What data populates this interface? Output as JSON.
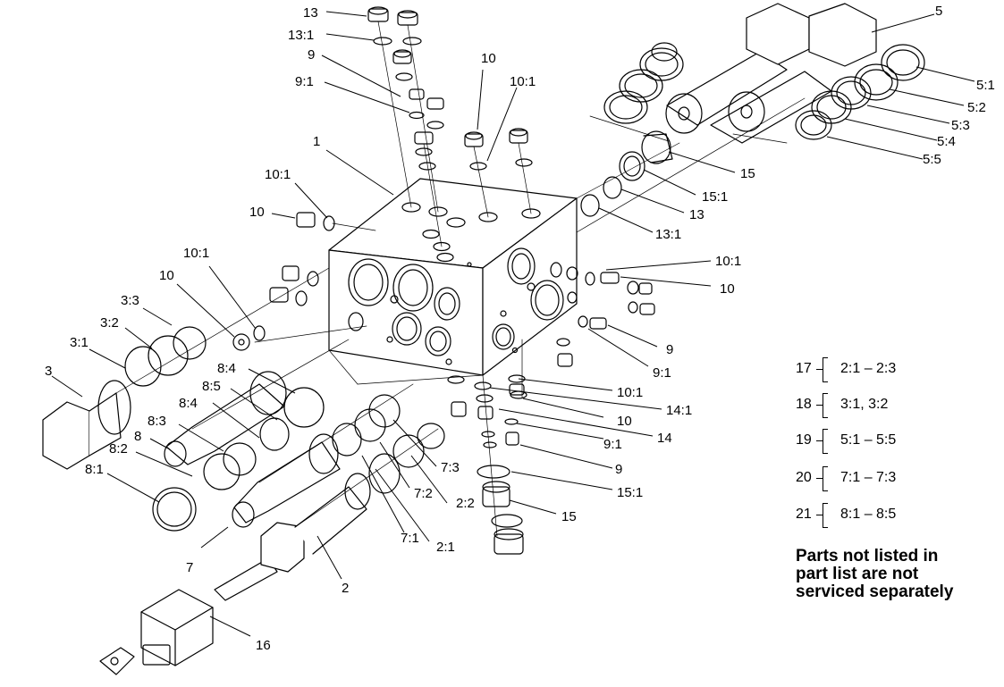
{
  "callouts": [
    {
      "id": "c-13-top",
      "text": "13"
    },
    {
      "id": "c-13-1-top",
      "text": "13:1"
    },
    {
      "id": "c-9-top",
      "text": "9"
    },
    {
      "id": "c-9-1-top",
      "text": "9:1"
    },
    {
      "id": "c-1",
      "text": "1"
    },
    {
      "id": "c-10-top",
      "text": "10"
    },
    {
      "id": "c-10-1-top",
      "text": "10:1"
    },
    {
      "id": "c-10-1-left",
      "text": "10:1"
    },
    {
      "id": "c-10-left",
      "text": "10"
    },
    {
      "id": "c-5",
      "text": "5"
    },
    {
      "id": "c-5-1",
      "text": "5:1"
    },
    {
      "id": "c-5-2",
      "text": "5:2"
    },
    {
      "id": "c-5-3",
      "text": "5:3"
    },
    {
      "id": "c-5-4",
      "text": "5:4"
    },
    {
      "id": "c-5-5",
      "text": "5:5"
    },
    {
      "id": "c-15-right",
      "text": "15"
    },
    {
      "id": "c-15-1-right",
      "text": "15:1"
    },
    {
      "id": "c-13-right",
      "text": "13"
    },
    {
      "id": "c-13-1-right",
      "text": "13:1"
    },
    {
      "id": "c-10-1-right",
      "text": "10:1"
    },
    {
      "id": "c-10-right",
      "text": "10"
    },
    {
      "id": "c-9-right",
      "text": "9"
    },
    {
      "id": "c-9-1-right",
      "text": "9:1"
    },
    {
      "id": "c-10-1-mid",
      "text": "10:1"
    },
    {
      "id": "c-14-1",
      "text": "14:1"
    },
    {
      "id": "c-10-mid",
      "text": "10"
    },
    {
      "id": "c-14",
      "text": "14"
    },
    {
      "id": "c-9-1-mid",
      "text": "9:1"
    },
    {
      "id": "c-9-mid",
      "text": "9"
    },
    {
      "id": "c-15-1-mid",
      "text": "15:1"
    },
    {
      "id": "c-15-mid",
      "text": "15"
    },
    {
      "id": "c-10-1-left2",
      "text": "10:1"
    },
    {
      "id": "c-10-left2",
      "text": "10"
    },
    {
      "id": "c-3-3",
      "text": "3:3"
    },
    {
      "id": "c-3-2",
      "text": "3:2"
    },
    {
      "id": "c-3-1",
      "text": "3:1"
    },
    {
      "id": "c-3",
      "text": "3"
    },
    {
      "id": "c-8-4a",
      "text": "8:4"
    },
    {
      "id": "c-8-5",
      "text": "8:5"
    },
    {
      "id": "c-8-4b",
      "text": "8:4"
    },
    {
      "id": "c-8-3",
      "text": "8:3"
    },
    {
      "id": "c-8",
      "text": "8"
    },
    {
      "id": "c-8-2",
      "text": "8:2"
    },
    {
      "id": "c-8-1",
      "text": "8:1"
    },
    {
      "id": "c-7-3",
      "text": "7:3"
    },
    {
      "id": "c-7-2",
      "text": "7:2"
    },
    {
      "id": "c-2-2",
      "text": "2:2"
    },
    {
      "id": "c-7-1",
      "text": "7:1"
    },
    {
      "id": "c-2-1",
      "text": "2:1"
    },
    {
      "id": "c-7",
      "text": "7"
    },
    {
      "id": "c-2",
      "text": "2"
    },
    {
      "id": "c-16",
      "text": "16"
    }
  ],
  "legend": [
    {
      "num": "17",
      "range": "2:1 – 2:3"
    },
    {
      "num": "18",
      "range": "3:1, 3:2"
    },
    {
      "num": "19",
      "range": "5:1 – 5:5"
    },
    {
      "num": "20",
      "range": "7:1 – 7:3"
    },
    {
      "num": "21",
      "range": "8:1 – 8:5"
    }
  ],
  "note": {
    "line1": "Parts not listed in",
    "line2": "part list are not",
    "line3": "serviced separately"
  }
}
